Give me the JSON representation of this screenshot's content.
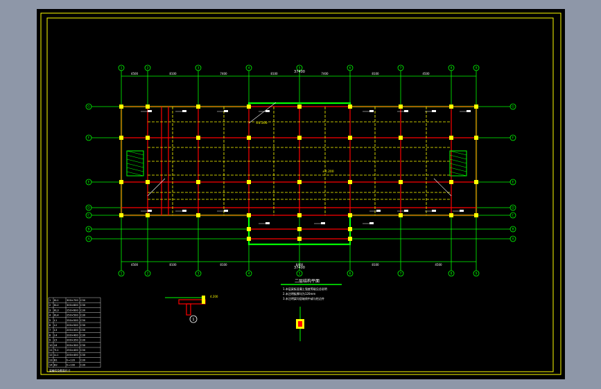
{
  "drawing": {
    "title": "二层结构平面",
    "overall_dim": "37400",
    "bay_dims_top": [
      "4500",
      "8100",
      "7400",
      "8100",
      "7400",
      "8100",
      "4500"
    ],
    "bay_dims_bottom": [
      "4500",
      "8100",
      "8100",
      "8400",
      "8100",
      "4500"
    ],
    "column_axes": [
      "1",
      "2",
      "3",
      "4",
      "5",
      "6",
      "7",
      "8",
      "9"
    ],
    "row_axes": [
      "G",
      "F",
      "E",
      "D",
      "C",
      "B",
      "A"
    ],
    "elevation_main": "±4.200",
    "elevation_side": "±4.200",
    "elevation_note": "4.200",
    "section_label": "1",
    "notes_lines": [
      "1.本层梁板混凝土强度等级见总说明",
      "2.未注明板厚均为120mm",
      "3.未注明梁均居轴线中或与柱边齐"
    ]
  },
  "legend_table": {
    "rows": [
      [
        "1",
        "KL1",
        "300×700",
        "C30"
      ],
      [
        "2",
        "KL2",
        "300×600",
        "C30"
      ],
      [
        "3",
        "KL3",
        "250×600",
        "C30"
      ],
      [
        "4",
        "KL4",
        "250×500",
        "C30"
      ],
      [
        "5",
        "L1",
        "250×500",
        "C30"
      ],
      [
        "6",
        "L2",
        "200×500",
        "C30"
      ],
      [
        "7",
        "L3",
        "200×400",
        "C30"
      ],
      [
        "8",
        "L4",
        "200×400",
        "C30"
      ],
      [
        "9",
        "L5",
        "200×350",
        "C30"
      ],
      [
        "10",
        "L6",
        "200×300",
        "C30"
      ],
      [
        "11",
        "TL1",
        "250×400",
        "C30"
      ],
      [
        "12",
        "LL1",
        "200×400",
        "C30"
      ],
      [
        "13",
        "B1",
        "h=120",
        "C30"
      ],
      [
        "14",
        "B2",
        "h=100",
        "C30"
      ]
    ],
    "footer": "梁编号及截面尺寸"
  },
  "colors": {
    "background": "#000000",
    "frame": "#ffff00",
    "axis_line": "#00ff00",
    "beam": "#ff0000",
    "column": "#ffff00",
    "text": "#ffffff"
  }
}
